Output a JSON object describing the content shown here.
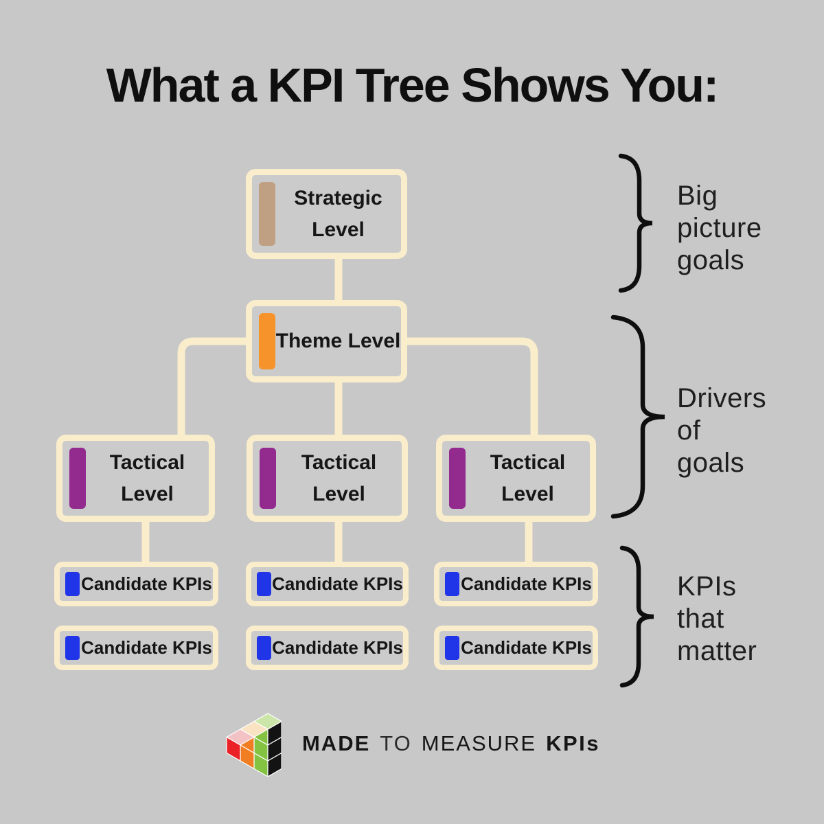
{
  "title": "What a KPI Tree Shows You:",
  "tree": {
    "strategic": {
      "label": "Strategic Level",
      "accent_color": "#BFA083"
    },
    "theme": {
      "label": "Theme Level",
      "accent_color": "#F6932B"
    },
    "tactical": [
      {
        "label": "Tactical Level"
      },
      {
        "label": "Tactical Level"
      },
      {
        "label": "Tactical Level"
      }
    ],
    "tactical_accent_color": "#932A8E",
    "candidates": [
      {
        "label": "Candidate KPIs"
      },
      {
        "label": "Candidate KPIs"
      },
      {
        "label": "Candidate KPIs"
      },
      {
        "label": "Candidate KPIs"
      },
      {
        "label": "Candidate KPIs"
      },
      {
        "label": "Candidate KPIs"
      }
    ],
    "candidate_accent_color": "#2135E8"
  },
  "annotations": [
    {
      "label": "Big\npicture\ngoals"
    },
    {
      "label": "Drivers\nof\ngoals"
    },
    {
      "label": "KPIs\nthat\nmatter"
    }
  ],
  "footer": {
    "brand": {
      "made": "MADE",
      "to": "TO",
      "measure": "MEASURE",
      "kpis": "KPIs"
    },
    "logo_icon": "isometric-bar-chart-logo",
    "logo_colors": {
      "red": "#EA2127",
      "pink": "#F2C2C4",
      "orange_bar": "#F07D22",
      "peach": "#FAE3C2",
      "green": "#84C341",
      "light_green": "#CBE6A8",
      "black_side": "#131313"
    }
  },
  "colors": {
    "bg": "#C8C8C8",
    "boxfill": "#CBCBCB",
    "cream": "#FAEDCC",
    "tan": "#BFA083",
    "orange": "#F6932B",
    "purple": "#932A8E",
    "blue": "#2135E8"
  }
}
